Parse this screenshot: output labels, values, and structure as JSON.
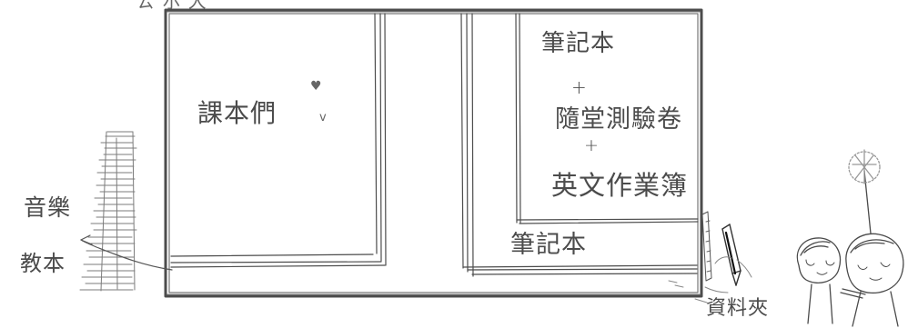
{
  "labels": {
    "title": "ㄊ 尔 大",
    "textbook": "課本們",
    "heart": "♥",
    "small_v": "v",
    "notebook_top": "筆記本",
    "plus_1": "+",
    "quiz": "隨堂測驗卷",
    "plus_2": "+",
    "english": "英文作業簿",
    "notebook_bottom": "筆記本",
    "music": "音樂",
    "music_book": "教本",
    "folder": "資料夾"
  },
  "icons": {
    "books": "stacked-books-icon",
    "pen": "pen-icon",
    "kids": "children-with-dandelion-icon"
  },
  "colors": {
    "ink": "#4b4b4b",
    "background": "#ffffff"
  }
}
